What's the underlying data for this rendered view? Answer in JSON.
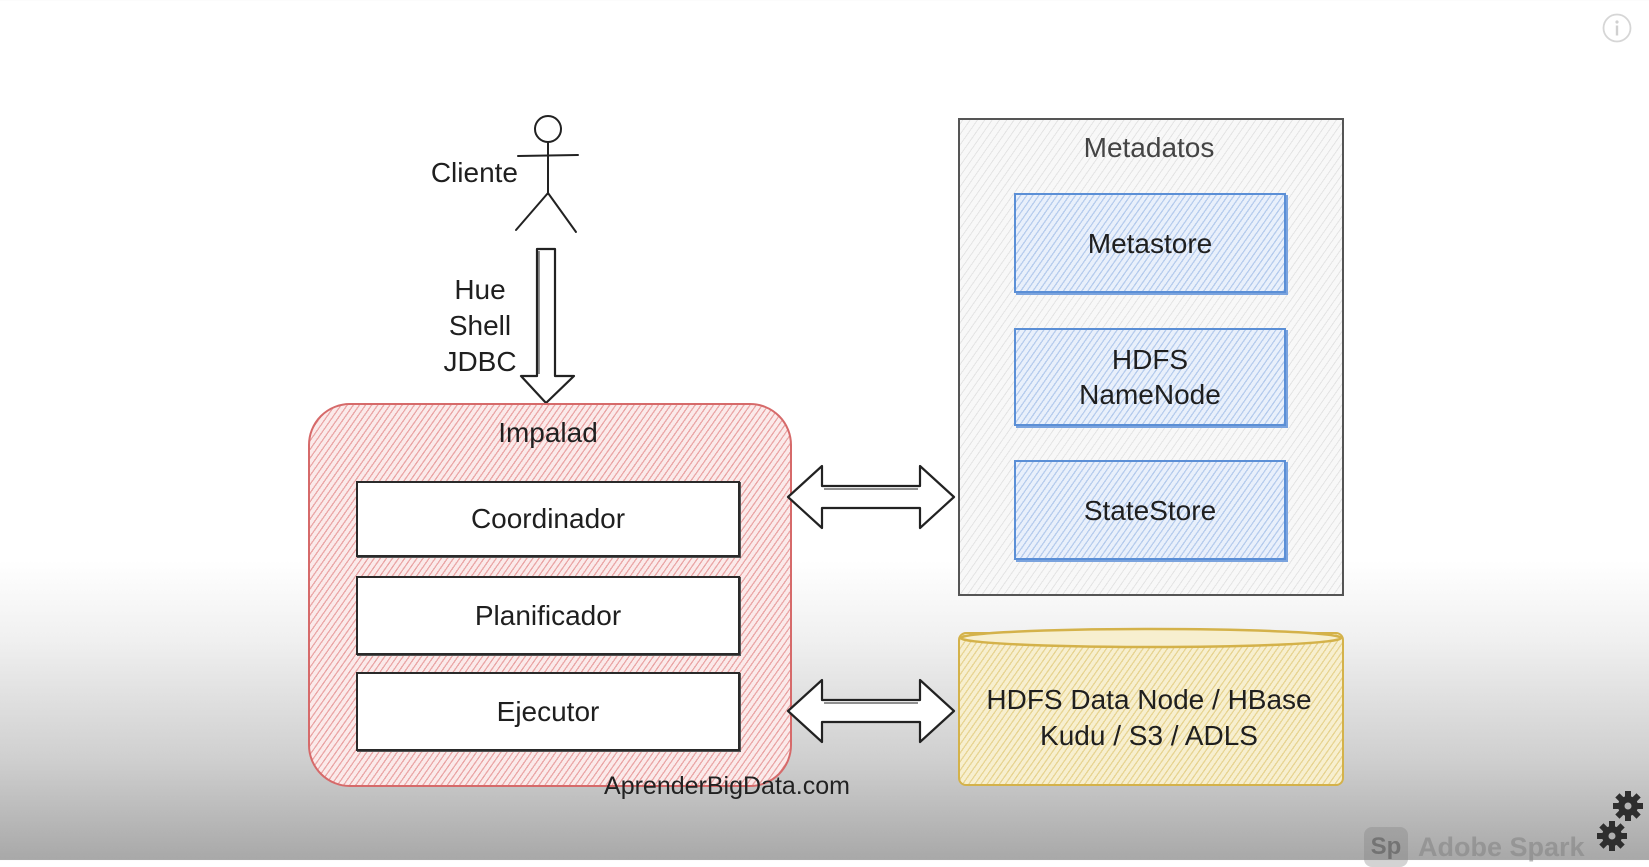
{
  "client": {
    "label": "Cliente"
  },
  "interfaces": {
    "line1": "Hue",
    "line2": "Shell",
    "line3": "JDBC"
  },
  "impalad": {
    "title": "Impalad",
    "components": [
      "Coordinador",
      "Planificador",
      "Ejecutor"
    ]
  },
  "metadata": {
    "title": "Metadatos",
    "items": [
      {
        "line1": "Metastore",
        "line2": ""
      },
      {
        "line1": "HDFS",
        "line2": "NameNode"
      },
      {
        "line1": "StateStore",
        "line2": ""
      }
    ]
  },
  "storage": {
    "line1": "HDFS Data Node / HBase",
    "line2": "Kudu / S3 / ADLS"
  },
  "watermark": {
    "site": "AprenderBigData.com",
    "brand": "Adobe Spark",
    "brand_logo": "Sp"
  },
  "icons": [
    "info-icon",
    "settings-gear-icon"
  ],
  "colors": {
    "impalad": "#d97070",
    "metadata_item": "#5b8fd6",
    "storage": "#d4b24a",
    "metadata_frame": "#555555"
  }
}
